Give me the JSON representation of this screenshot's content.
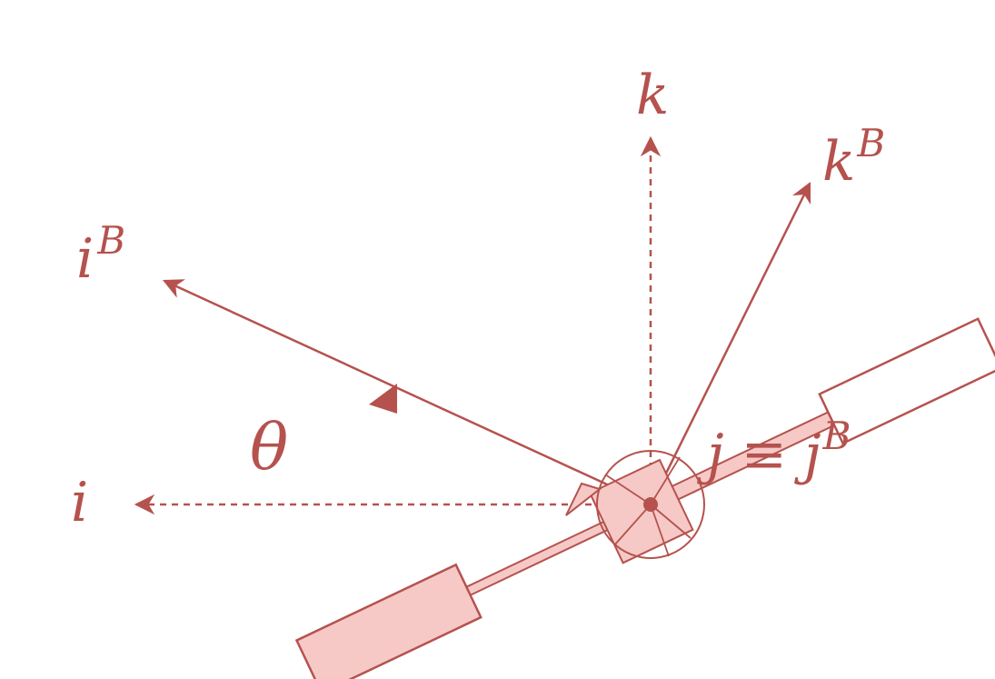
{
  "colors": {
    "accent": "#b5524e",
    "fill": "#f6c9c6"
  },
  "labels": {
    "k": "k",
    "kB_base": "k",
    "kB_sup": "B",
    "iB_base": "i",
    "iB_sup": "B",
    "theta": "θ",
    "i": "i",
    "j_equiv": "j ≡ j",
    "j_sup": "B"
  }
}
